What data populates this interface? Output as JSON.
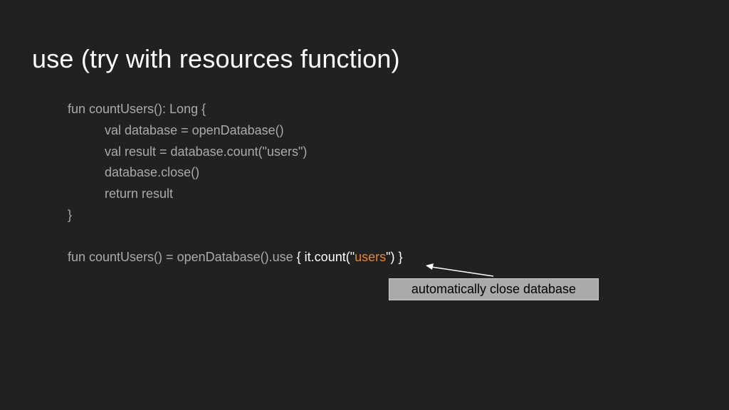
{
  "slide": {
    "title": "use (try with resources function)",
    "code_lines": [
      "fun countUsers(): Long {",
      "val database = openDatabase()",
      "val result = database.count(\"users\")",
      "database.close()",
      "return result",
      "}"
    ],
    "use_line": {
      "prefix": "fun countUsers() = openDatabase().use ",
      "open_brace": "{  it.count(\"",
      "highlight": "users",
      "close": "\")  }"
    },
    "callout": "automatically close database"
  },
  "colors": {
    "background": "#212121",
    "code_text": "#aaaaaa",
    "highlight": "#e8852f",
    "callout_bg": "#aaaaaa"
  }
}
